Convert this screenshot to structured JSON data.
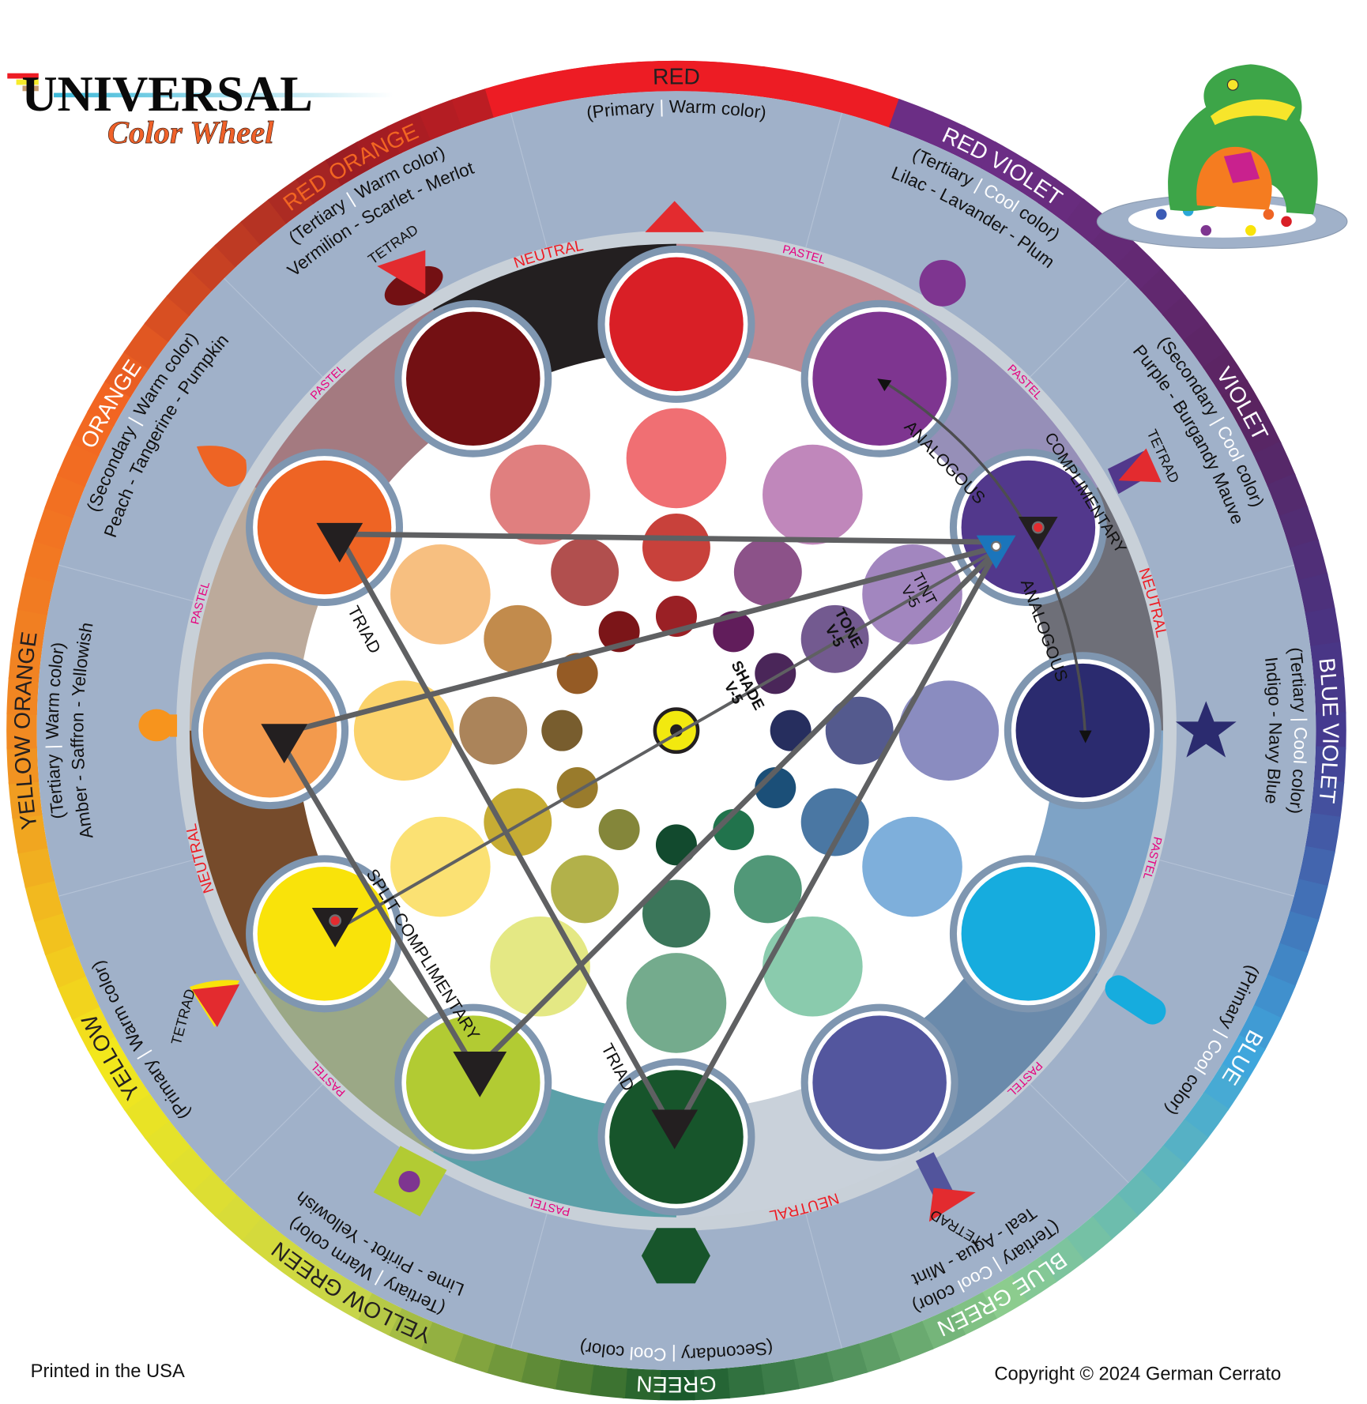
{
  "logo": {
    "title": "UNIVERSAL",
    "subtitle": "Color Wheel"
  },
  "footer": {
    "left": "Printed in the USA",
    "right": "Copyright © 2024 German Cerrato"
  },
  "hues": [
    {
      "name": "RED",
      "subtitle": "(Primary | Warm color)",
      "examples": "",
      "color": "#d91f26",
      "band": "#ed1c24",
      "label_color": "#231f20",
      "tint": "#f06f73",
      "tone": "#c8413b",
      "shade": "#9a2025"
    },
    {
      "name": "RED VIOLET",
      "subtitle": "(Tertiary | Cool color)",
      "examples": "Lilac - Lavander - Plum",
      "color": "#7e3590",
      "band": "#6b2e85",
      "label_color": "#ffffff",
      "tint": "#c087bb",
      "tone": "#8c5289",
      "shade": "#611d5b"
    },
    {
      "name": "VIOLET",
      "subtitle": "(Secondary | Cool color)",
      "examples": "Purple - Burgandy Mauve",
      "color": "#52388c",
      "band": "#5a2460",
      "label_color": "#ffffff",
      "tint": "#a286bf",
      "tone": "#735a90",
      "shade": "#4a2659"
    },
    {
      "name": "BLUE VIOLET",
      "subtitle": "(Tertiary | Cool color)",
      "examples": "Indigo - Navy Blue",
      "color": "#2b2b6f",
      "band": "#453a8f",
      "label_color": "#ffffff",
      "tint": "#8a8cc0",
      "tone": "#545a8e",
      "shade": "#262e5e"
    },
    {
      "name": "BLUE",
      "subtitle": "(Primary | Cool color)",
      "examples": "",
      "color": "#16acde",
      "band": "#3fa6dc",
      "label_color": "#ffffff",
      "tint": "#7eafdb",
      "tone": "#4a77a3",
      "shade": "#1b4f78"
    },
    {
      "name": "BLUE GREEN",
      "subtitle": "(Tertiary | Cool color)",
      "examples": "Teal - Aqua - Mint",
      "color": "#53569e",
      "band": "#8ccc8e",
      "label_color": "#ffffff",
      "tint": "#8acbad",
      "tone": "#519878",
      "shade": "#21734c"
    },
    {
      "name": "GREEN",
      "subtitle": "(Secondary | Cool color)",
      "examples": "",
      "color": "#17552b",
      "band": "#1a5a2b",
      "label_color": "#ffffff",
      "tint": "#74ab8d",
      "tone": "#3b765a",
      "shade": "#124a2e"
    },
    {
      "name": "YELLOW GREEN",
      "subtitle": "(Tertiary | Warm color)",
      "examples": "Lime - Pirifot - Yellowish",
      "color": "#b2cb33",
      "band": "#c7d54a",
      "label_color": "#231f20",
      "tint": "#e4e884",
      "tone": "#b2b14a",
      "shade": "#84863a"
    },
    {
      "name": "YELLOW",
      "subtitle": "(Primary | Warm color)",
      "examples": "",
      "color": "#f9e30a",
      "band": "#f2e71c",
      "label_color": "#231f20",
      "tint": "#fbe173",
      "tone": "#c6ac34",
      "shade": "#997b2c"
    },
    {
      "name": "YELLOW ORANGE",
      "subtitle": "(Tertiary | Warm color)",
      "examples": "Amber - Saffron - Yellowish",
      "color": "#f39a4d",
      "band": "#f18a22",
      "label_color": "#231f20",
      "tint": "#fbd36b",
      "tone": "#ab845a",
      "shade": "#785d2e"
    },
    {
      "name": "ORANGE",
      "subtitle": "(Secondary | Warm color)",
      "examples": "Peach - Tangerine - Pumpkin",
      "color": "#ee6424",
      "band": "#f26522",
      "label_color": "#ffffff",
      "tint": "#f7bf80",
      "tone": "#c28b4c",
      "shade": "#955b25"
    },
    {
      "name": "RED ORANGE",
      "subtitle": "(Tertiary | Warm color)",
      "examples": "Vermilion - Scarlet - Merlot",
      "color": "#731013",
      "band": "#9b1d23",
      "label_color": "#f26522",
      "tint": "#e07f7f",
      "tone": "#b14f4e",
      "shade": "#7b1518"
    }
  ],
  "sectors": [
    {
      "label": "PASTEL",
      "color": "#bf8a93"
    },
    {
      "label": "PASTEL",
      "color": "#968fb8"
    },
    {
      "label": "NEUTRAL",
      "color": "#6e6f78"
    },
    {
      "label": "PASTEL",
      "color": "#7ea3c6"
    },
    {
      "label": "PASTEL",
      "color": "#6a8aab"
    },
    {
      "label": "NEUTRAL",
      "color": "#c9d1da"
    },
    {
      "label": "PASTEL",
      "color": "#5ba0a8"
    },
    {
      "label": "PASTEL",
      "color": "#9ba886"
    },
    {
      "label": "NEUTRAL",
      "color": "#764b2b"
    },
    {
      "label": "PASTEL",
      "color": "#bcaa9b"
    },
    {
      "label": "PASTEL",
      "color": "#a47a80"
    },
    {
      "label": "NEUTRAL",
      "color": "#231f20"
    }
  ],
  "center": {
    "color": "#f2e90f"
  },
  "schemes": {
    "triad": "TRIAD",
    "analogous": "ANALOGOUS",
    "complimentary": "COMPLIMENTARY",
    "split_complimentary": "SPLIT COMPLIMENTARY",
    "tetrad": "TETRAD"
  },
  "value_labels": {
    "tint": [
      "TINT",
      "V-5"
    ],
    "tone": [
      "TONE",
      "V-5"
    ],
    "shade": [
      "SHADE",
      "V-5"
    ]
  },
  "colors": {
    "wheel_background": "#a0b1c9",
    "ring": "#c8d0d8",
    "halo": "#7f96b0",
    "lines": "#5f6062",
    "neutral_label": "#ed1c24",
    "pastel_label": "#e6007e",
    "marker_red": "#e32b2f"
  }
}
